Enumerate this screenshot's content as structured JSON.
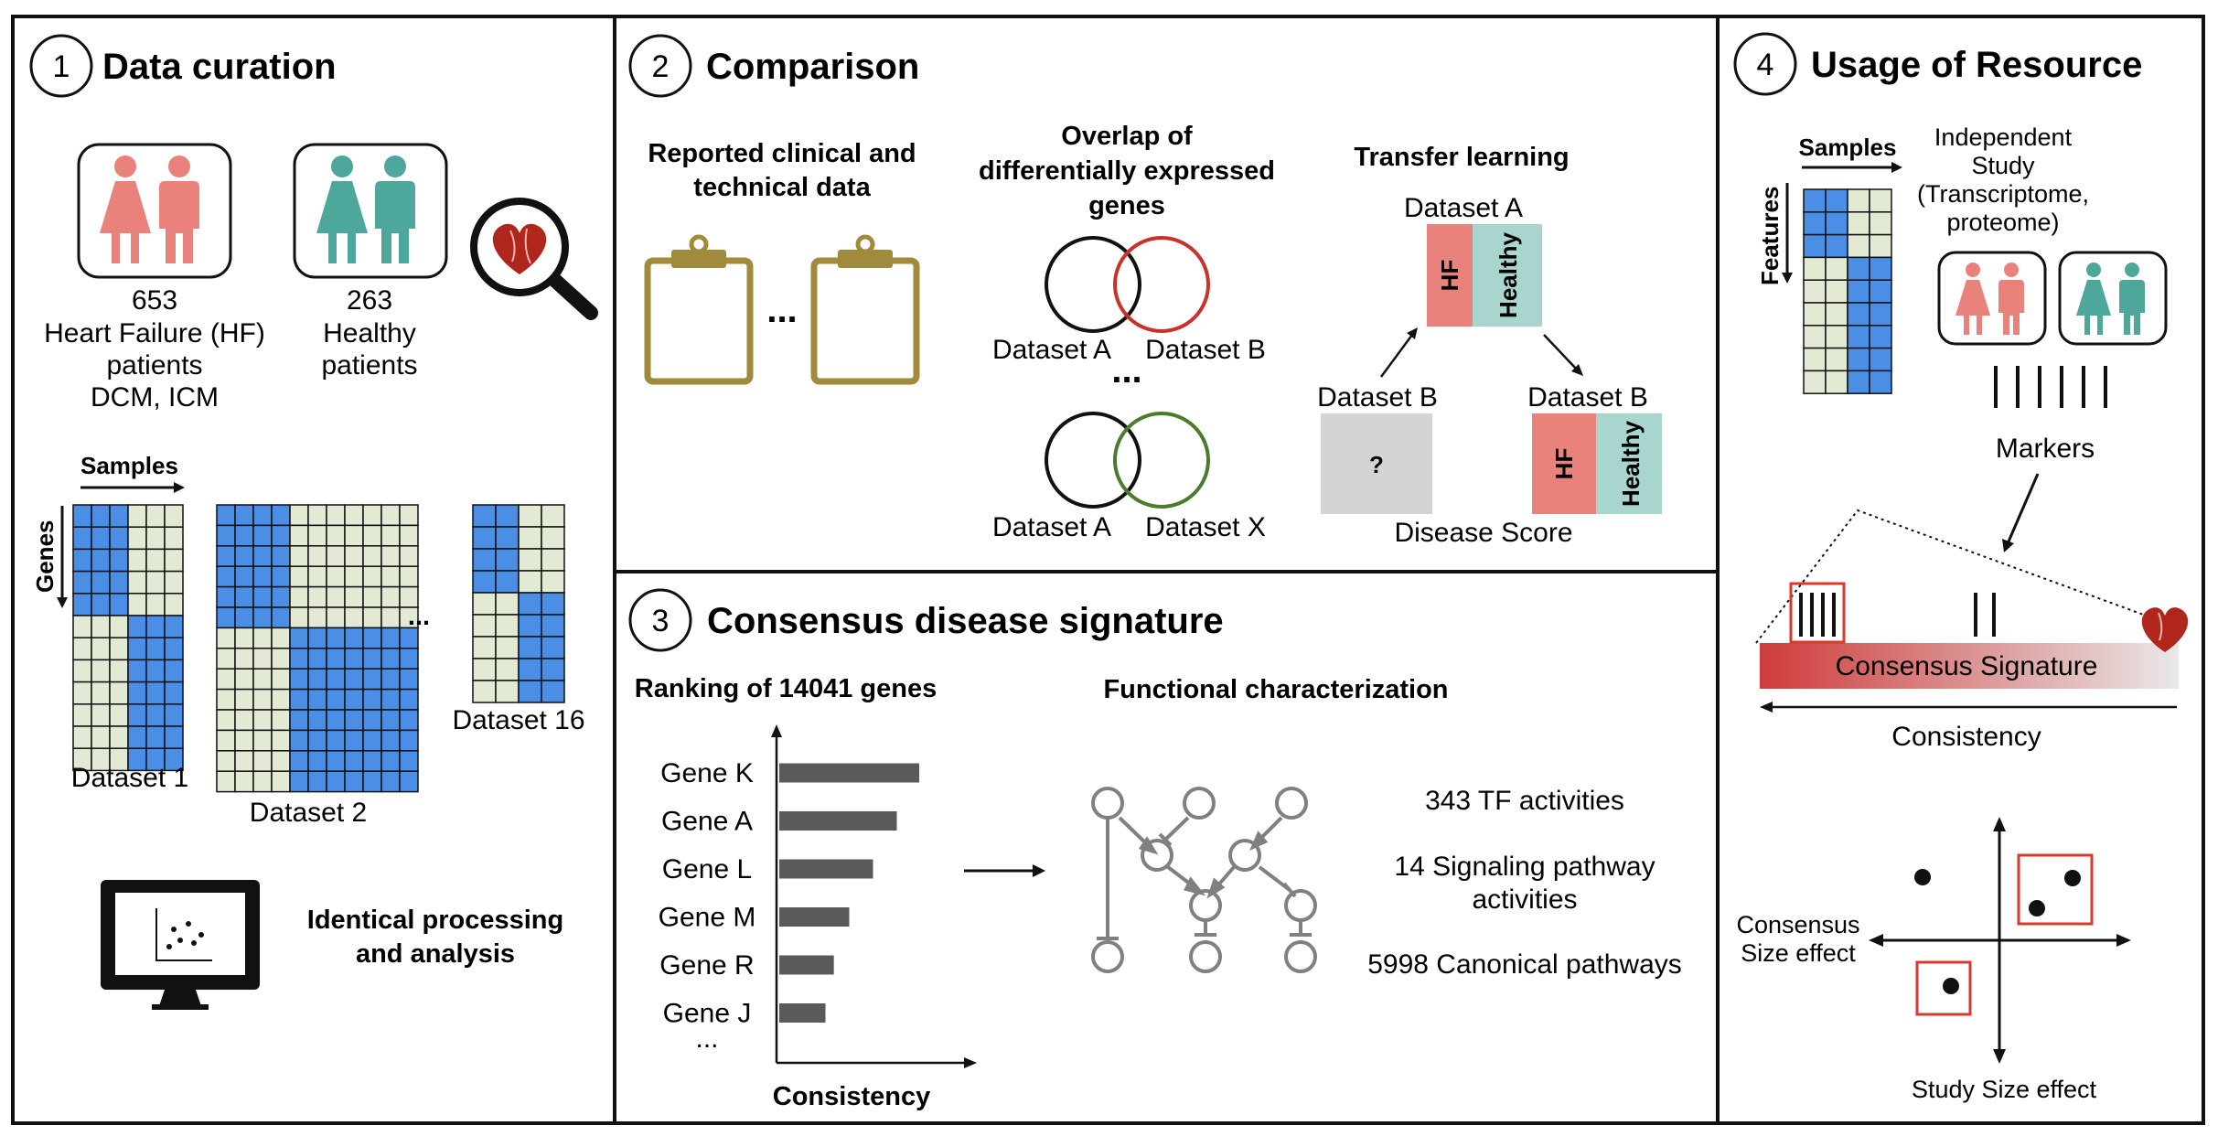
{
  "panel1": {
    "number": "1",
    "title": "Data curation",
    "hf_count": "653",
    "hf_line1": "Heart Failure (HF)",
    "hf_line2": "patients",
    "hf_line3": "DCM, ICM",
    "healthy_count": "263",
    "healthy_line1": "Healthy",
    "healthy_line2": "patients",
    "samples_label": "Samples",
    "genes_label": "Genes",
    "dataset1": "Dataset 1",
    "dataset2": "Dataset 2",
    "dataset16": "Dataset 16",
    "ellipsis": "...",
    "processing_line1": "Identical processing",
    "processing_line2": "and analysis"
  },
  "panel2": {
    "number": "2",
    "title": "Comparison",
    "reported_line1": "Reported clinical and",
    "reported_line2": "technical data",
    "ellipsis": "...",
    "overlap_line1": "Overlap of",
    "overlap_line2": "differentially expressed",
    "overlap_line3": "genes",
    "dataset_a": "Dataset A",
    "dataset_b": "Dataset B",
    "dataset_x": "Dataset X",
    "transfer_title": "Transfer learning",
    "tl_dataset_a": "Dataset A",
    "tl_dataset_b_left": "Dataset B",
    "tl_dataset_b_right": "Dataset B",
    "hf": "HF",
    "healthy": "Healthy",
    "question": "?",
    "disease_score": "Disease Score"
  },
  "panel3": {
    "number": "3",
    "title": "Consensus disease signature",
    "ranking_title": "Ranking of 14041 genes",
    "functional_title": "Functional characterization",
    "x_axis_label": "Consistency",
    "more_genes": "...",
    "tf_activities": "343 TF activities",
    "signaling_line1": "14 Signaling pathway",
    "signaling_line2": "activities",
    "canonical": "5998 Canonical pathways"
  },
  "panel4": {
    "number": "4",
    "title": "Usage of Resource",
    "samples_label": "Samples",
    "features_label": "Features",
    "study_line1": "Independent",
    "study_line2": "Study",
    "study_line3": "(Transcriptome,",
    "study_line4": "proteome)",
    "markers": "Markers",
    "consensus_signature": "Consensus Signature",
    "consistency": "Consistency",
    "consensus_size_line1": "Consensus",
    "consensus_size_line2": "Size effect",
    "study_size_effect": "Study Size effect"
  },
  "colors": {
    "grid_blue": "#4a8ee6",
    "grid_cream": "#e3ead4",
    "hf_pink": "#e8827a",
    "healthy_teal": "#4da79b",
    "healthy_bar": "#a9d5cf",
    "clipboard_gold": "#a08a3c",
    "venn_red": "#c9322b",
    "venn_green": "#4d7a2c",
    "marker_box_red": "#d63a2c",
    "bar_gray": "#5a5a5a",
    "network_gray": "#808080"
  },
  "chart_data": {
    "type": "bar",
    "title": "Ranking of 14041 genes",
    "xlabel": "Consistency",
    "ylabel": "",
    "categories": [
      "Gene K",
      "Gene A",
      "Gene L",
      "Gene M",
      "Gene R",
      "Gene J"
    ],
    "values": [
      100,
      84,
      67,
      50,
      39,
      33
    ],
    "orientation": "horizontal"
  }
}
